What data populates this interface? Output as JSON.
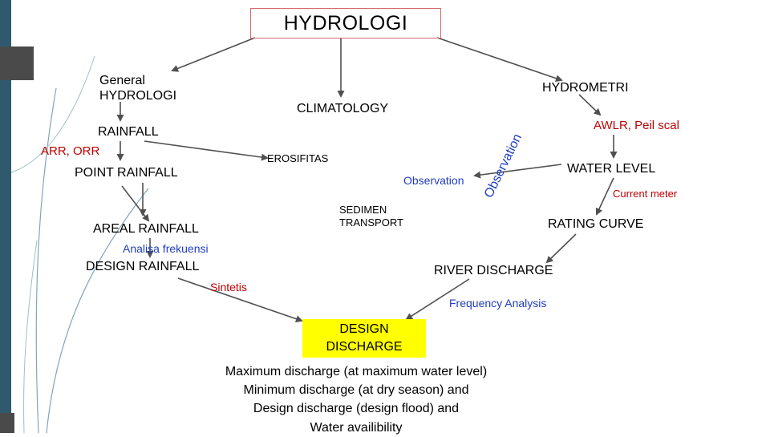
{
  "title": "HYDROLOGI",
  "nodes": {
    "general_hydrologi": [
      "General",
      "HYDROLOGI"
    ],
    "hydrometri": "HYDROMETRI",
    "climatology": "CLIMATOLOGY",
    "rainfall": "RAINFALL",
    "awlr": "AWLR, Peil scal",
    "arr_orr": "ARR, ORR",
    "erosifitas": "EROSIFITAS",
    "point_rainfall": "POINT  RAINFALL",
    "observation_1": "Observation",
    "water_level": "WATER LEVEL",
    "observation_2": "Observation",
    "current_meter": "Current meter",
    "sedimen_transport": [
      "SEDIMEN",
      "TRANSPORT"
    ],
    "areal_rainfall": "AREAL RAINFALL",
    "rating_curve": "RATING CURVE",
    "analisa_frekuensi": "Analisa frekuensi",
    "design_rainfall": "DESIGN RAINFALL",
    "river_discharge": "RIVER DISCHARGE",
    "sintetis": "Sintetis",
    "frequency_analysis": "Frequency Analysis",
    "design_discharge": [
      "DESIGN",
      "DISCHARGE"
    ]
  },
  "notes": [
    "Maximum discharge (at maximum water level)",
    "Minimum discharge (at dry season) and",
    "Design discharge (design flood) and",
    "Water availibility"
  ],
  "colors": {
    "accent_bar": "#2f5a6e",
    "red_text": "#c00000",
    "blue_text": "#1f3cbf",
    "highlight": "#ffff00",
    "title_border": "#d46a6a",
    "arrow": "#505050"
  }
}
